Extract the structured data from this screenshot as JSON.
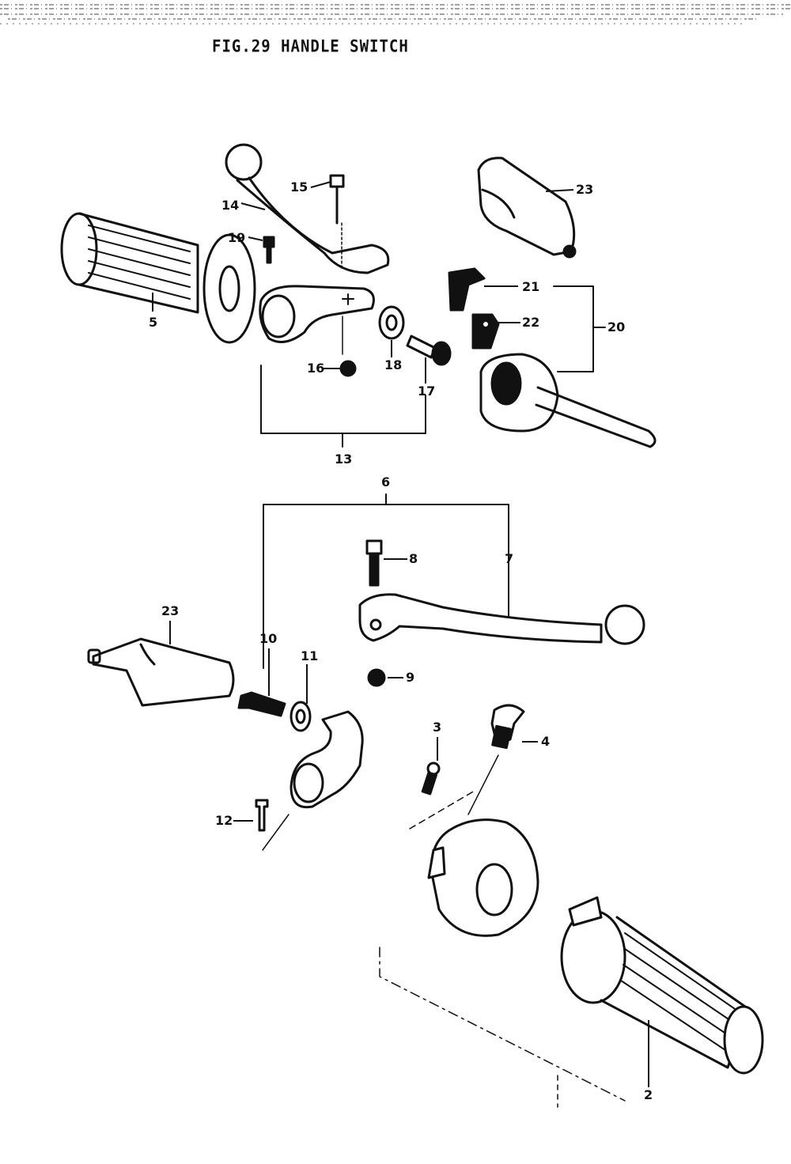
{
  "figure": {
    "title": "FIG.29 HANDLE SWITCH"
  },
  "labels": {
    "l2": "2",
    "l3": "3",
    "l4": "4",
    "l5": "5",
    "l6": "6",
    "l7": "7",
    "l8": "8",
    "l9": "9",
    "l10": "10",
    "l11": "11",
    "l12": "12",
    "l13": "13",
    "l14": "14",
    "l15": "15",
    "l16": "16",
    "l17": "17",
    "l18": "18",
    "l19": "19",
    "l20": "20",
    "l21": "21",
    "l22": "22",
    "l23a": "23",
    "l23b": "23"
  },
  "colors": {
    "ink": "#111111",
    "paper": "#ffffff"
  }
}
